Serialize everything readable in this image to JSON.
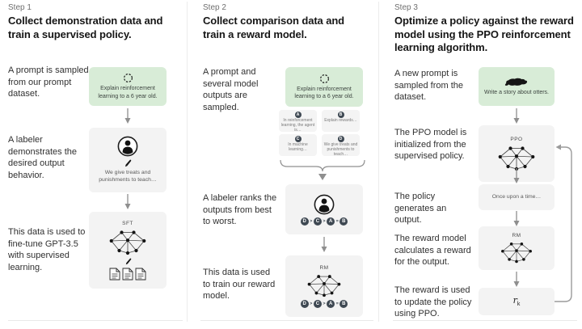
{
  "colors": {
    "background": "#ffffff",
    "prompt_box_green": "#d8ecd7",
    "model_box_gray": "#f3f3f3",
    "badge_dark": "#3e4852",
    "arrow_gray": "#8f8f8f",
    "divider_gray": "#ececec",
    "step_label_gray": "#6f6f6f",
    "title_black": "#161616"
  },
  "columns": [
    {
      "step_label": "Step 1",
      "title": "Collect demonstration data and train a supervised policy.",
      "caption1": "A prompt is sampled from our prompt dataset.",
      "caption2": "A labeler demonstrates the desired output behavior.",
      "caption3": "This data is used to fine-tune GPT-3.5 with supervised learning.",
      "prompt_box": {
        "icon": "cycle-icon",
        "text": "Explain reinforcement learning to a 6 year old."
      },
      "labeler_box": {
        "icon": "labeler-icon",
        "pencil": "pencil-icon",
        "text": "We give treats and punishments to teach…"
      },
      "sft_box": {
        "label": "SFT",
        "icon": "network-icon",
        "pencil": "pencil-icon",
        "docs": "documents-icon"
      }
    },
    {
      "step_label": "Step 2",
      "title": "Collect comparison data and train a reward model.",
      "caption1": "A prompt and several model outputs are sampled.",
      "caption2": "A labeler ranks the outputs from best to worst.",
      "caption3": "This data is used to train our reward model.",
      "prompt_box": {
        "icon": "cycle-icon",
        "text": "Explain reinforcement learning to a 6 year old."
      },
      "outputs": [
        {
          "letter": "A",
          "text": "In reinforcement learning, the agent is…"
        },
        {
          "letter": "B",
          "text": "Explain rewards…"
        },
        {
          "letter": "C",
          "text": "In machine learning…"
        },
        {
          "letter": "D",
          "text": "We give treats and punishments to teach…"
        }
      ],
      "ranking": {
        "items": [
          "D",
          "C",
          "A",
          "B"
        ],
        "separators": [
          ">",
          ">",
          "="
        ]
      },
      "rm_box": {
        "label": "RM",
        "icon": "network-icon"
      }
    },
    {
      "step_label": "Step 3",
      "title": "Optimize a policy against the reward model using the PPO reinforcement learning algorithm.",
      "caption1": "A new prompt is sampled from the dataset.",
      "caption2": "The PPO model is initialized from the supervised policy.",
      "caption3": "The policy generates an output.",
      "caption4": "The reward model calculates a reward for the output.",
      "caption5": "The reward is used to update the policy using PPO.",
      "prompt_box": {
        "icon": "otter-icon",
        "text": "Write a story about otters."
      },
      "ppo_box": {
        "label": "PPO",
        "icon": "network-icon"
      },
      "output_box": {
        "text": "Once upon a time…"
      },
      "rm_box": {
        "label": "RM",
        "icon": "network-icon"
      },
      "reward_box": {
        "label_base": "r",
        "label_sub": "k"
      }
    }
  ]
}
